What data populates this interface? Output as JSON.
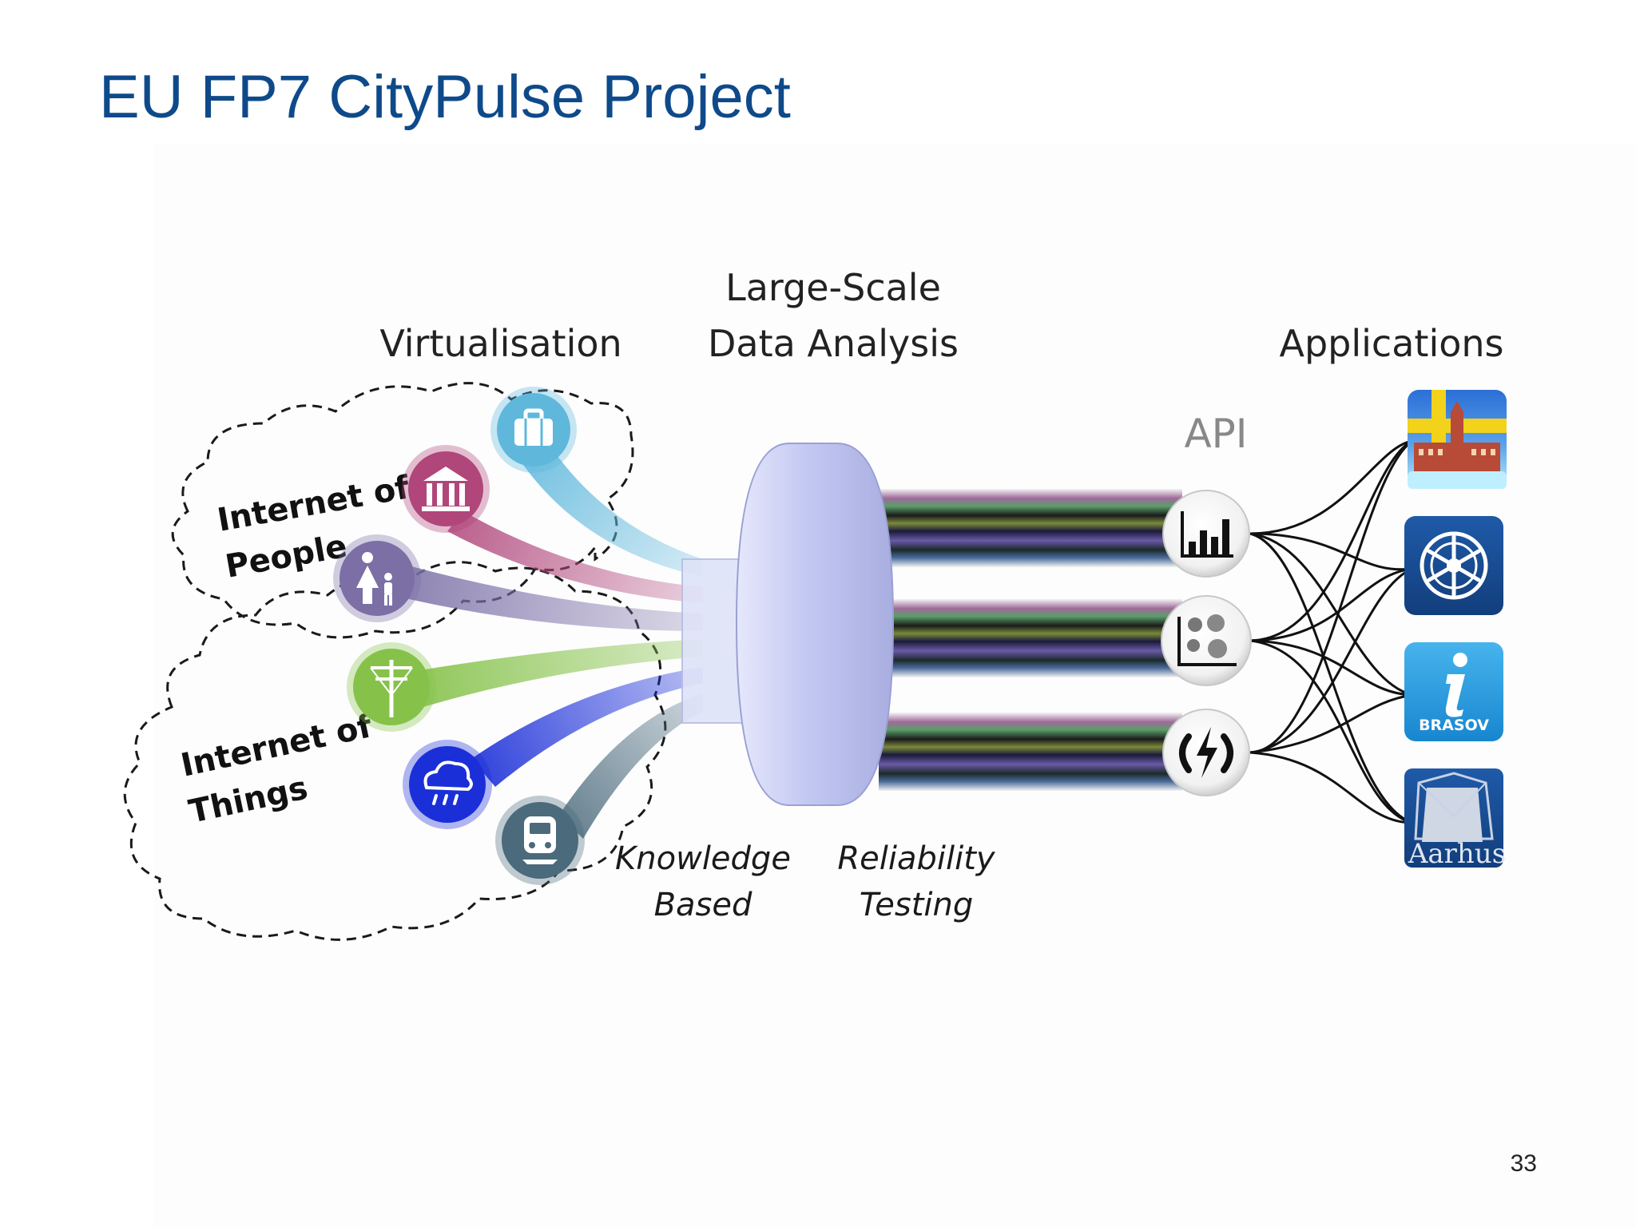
{
  "slide": {
    "title": "EU FP7 CityPulse Project",
    "page_number": "33"
  },
  "diagram": {
    "headers": {
      "virtualisation": "Virtualisation",
      "analysis_line1": "Large-Scale",
      "analysis_line2": "Data Analysis",
      "applications": "Applications"
    },
    "clouds": {
      "people_line1": "Internet of",
      "people_line2": "People",
      "things_line1": "Internet of",
      "things_line2": "Things"
    },
    "sources": [
      {
        "icon": "briefcase-icon",
        "color": "#5fb8dc"
      },
      {
        "icon": "government-building-icon",
        "color": "#b0467a"
      },
      {
        "icon": "parent-child-icon",
        "color": "#7b6fa6"
      },
      {
        "icon": "power-pole-icon",
        "color": "#86c24a"
      },
      {
        "icon": "rain-cloud-icon",
        "color": "#1b2fd8"
      },
      {
        "icon": "train-icon",
        "color": "#4b6a7c"
      }
    ],
    "captions": {
      "knowledge_line1": "Knowledge",
      "knowledge_line2": "Based",
      "reliability_line1": "Reliability",
      "reliability_line2": "Testing"
    },
    "api_label": "API",
    "api_nodes": [
      {
        "icon": "bar-chart-icon"
      },
      {
        "icon": "cluster-plot-icon"
      },
      {
        "icon": "lightning-icon"
      }
    ],
    "apps": [
      {
        "icon": "stockholm-app-icon"
      },
      {
        "icon": "wheel-app-icon"
      },
      {
        "icon": "info-app-icon",
        "label": "BRASOV"
      },
      {
        "icon": "aarhus-app-icon",
        "label": "Aarhus"
      }
    ]
  }
}
